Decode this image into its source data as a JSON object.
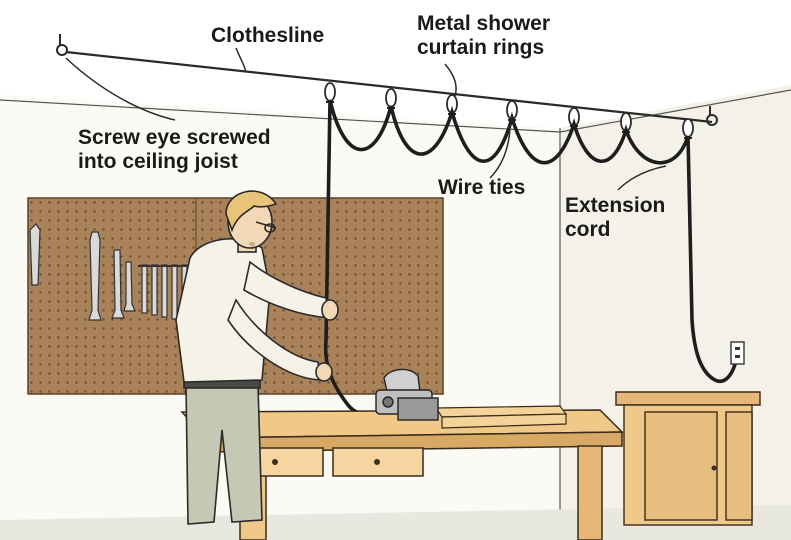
{
  "labels": {
    "clothesline": "Clothesline",
    "rings_line1": "Metal shower",
    "rings_line2": "curtain rings",
    "screw_line1": "Screw eye screwed",
    "screw_line2": "into ceiling joist",
    "wire_ties": "Wire ties",
    "cord_line1": "Extension",
    "cord_line2": "cord"
  },
  "colors": {
    "wall": "#fbfaf4",
    "ceiling": "#ffffff",
    "pegboard": "#a9825a",
    "wood": "#f0c989",
    "wood_dark": "#d8a865",
    "shirt": "#f5f3e8",
    "pants": "#c6c8b4",
    "hair": "#e8c478",
    "line": "#2a2a2a"
  }
}
